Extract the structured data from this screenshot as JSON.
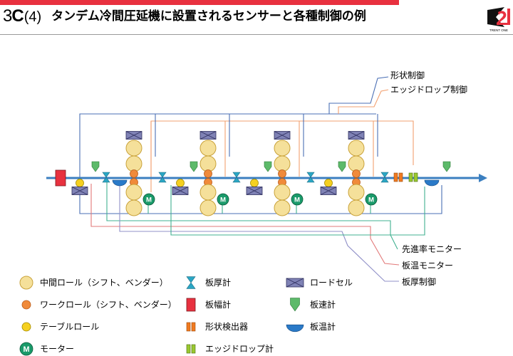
{
  "header": {
    "number": "3",
    "section": "C",
    "sub": "(4)",
    "title": "タンデム冷間圧延機に設置されるセンサーと各種制御の例",
    "logo_text": "TRENT ONE"
  },
  "colors": {
    "accent": "#e8313f",
    "line_blue": "#3b82c4",
    "wire_shape": "#4a6fb5",
    "wire_edge": "#f2a070",
    "wire_advance": "#40b090",
    "wire_temp": "#e27878",
    "wire_thickness": "#9090c8",
    "intermediate_roll": "#f5e09a",
    "work_roll": "#f08a3a",
    "table_roll": "#f5d020",
    "motor": "#1a9a6a",
    "load_cell": "#7f82b5",
    "speed_meter": "#5dba6a",
    "temp_meter": "#2a7ac8"
  },
  "controls_top": [
    "形状制御",
    "エッジドロップ制御"
  ],
  "controls_bottom": [
    "先進率モニター",
    "板温モニター",
    "板厚制御"
  ],
  "motor_label": "M",
  "legend": [
    {
      "icon": "intermediate-roll",
      "label": "中間ロール（シフト、ベンダー）"
    },
    {
      "icon": "work-roll",
      "label": "ワークロール（シフト、ベンダー）"
    },
    {
      "icon": "table-roll",
      "label": "テーブルロール"
    },
    {
      "icon": "motor",
      "label": "モーター"
    },
    {
      "icon": "thickness-gauge",
      "label": "板厚計"
    },
    {
      "icon": "width-gauge",
      "label": "板幅計"
    },
    {
      "icon": "shape-detector",
      "label": "形状検出器"
    },
    {
      "icon": "edge-drop-gauge",
      "label": "エッジドロップ計"
    },
    {
      "icon": "load-cell",
      "label": "ロードセル"
    },
    {
      "icon": "speed-meter",
      "label": "板速計"
    },
    {
      "icon": "temperature-meter",
      "label": "板温計"
    }
  ]
}
